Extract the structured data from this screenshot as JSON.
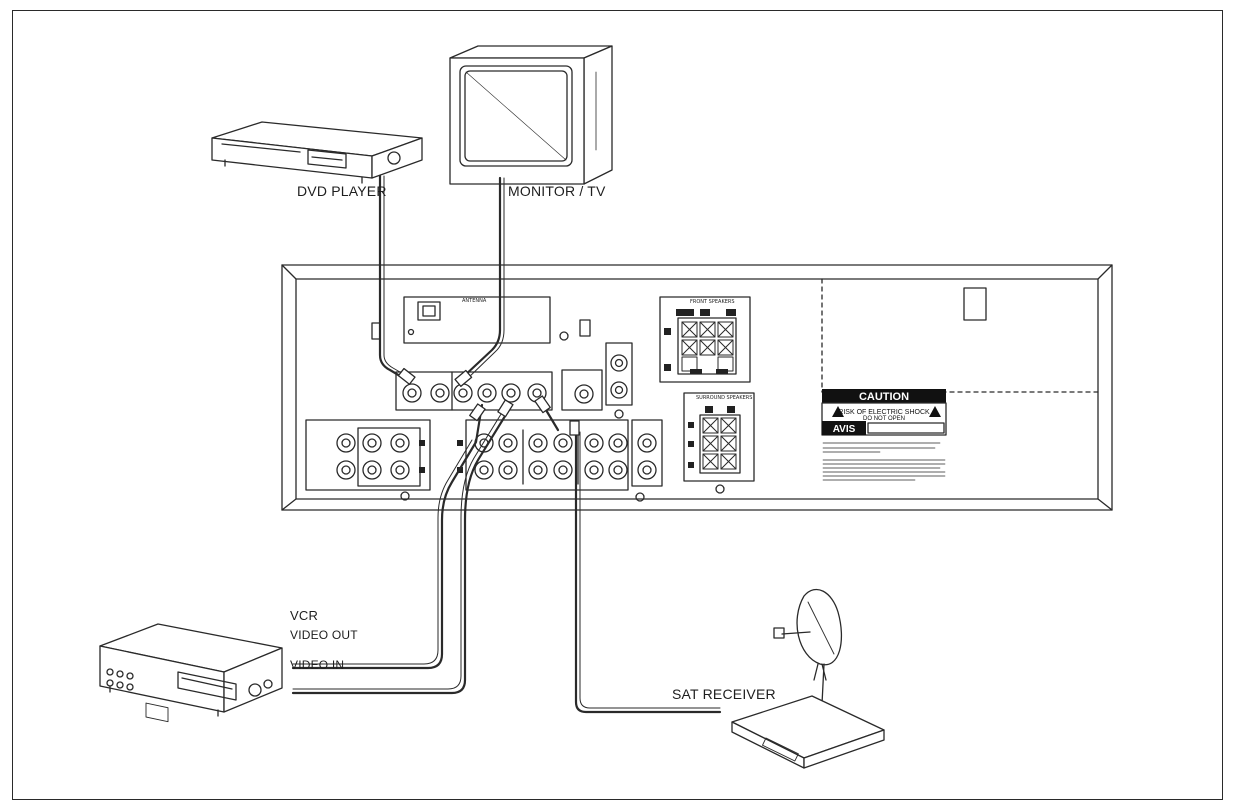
{
  "devices": {
    "dvd": "DVD PLAYER",
    "monitor": "MONITOR / TV",
    "vcr": "VCR",
    "vcr_video_out": "VIDEO OUT",
    "vcr_video_in": "VIDEO IN",
    "sat": "SAT RECEIVER"
  },
  "receiver": {
    "caution_title": "CAUTION",
    "caution_line1": "RISK OF ELECTRIC SHOCK",
    "caution_line2": "DO NOT OPEN",
    "avis": "AVIS"
  },
  "colors": {
    "line": "#2a2a2a",
    "panel": "#ffffff",
    "caution_bg": "#111111"
  }
}
